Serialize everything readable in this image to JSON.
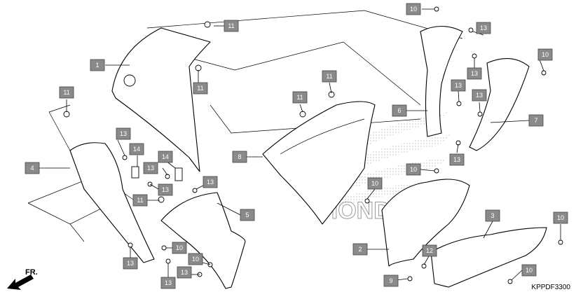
{
  "diagram_code": "KPPDF3300",
  "direction_label": "FR.",
  "watermark": "HONDA",
  "callouts": [
    "1",
    "2",
    "3",
    "4",
    "5",
    "6",
    "7",
    "8",
    "9",
    "10",
    "11",
    "12",
    "13",
    "14"
  ]
}
